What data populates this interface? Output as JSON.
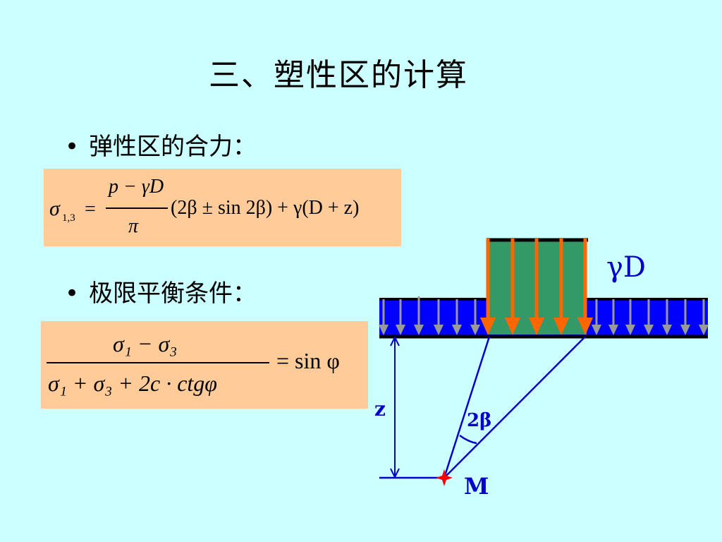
{
  "title": "三、塑性区的计算",
  "bullets": [
    {
      "text": "弹性区的合力："
    },
    {
      "text": "极限平衡条件："
    }
  ],
  "formula1": {
    "lhs_symbol": "σ",
    "lhs_sub": "1,3",
    "equals": "=",
    "numerator": "p − γD",
    "denominator": "π",
    "rhs": "(2β ± sin 2β) + γ(D + z)"
  },
  "formula2": {
    "numerator": "σ₁ − σ₃",
    "denominator": "σ₁ + σ₃ + 2c · ctgφ",
    "rhs": "= sin φ"
  },
  "diagram": {
    "load_label": "γD",
    "depth_label": "z",
    "angle_label": "2β",
    "point_label": "M"
  },
  "colors": {
    "background": "#ccffff",
    "formula_box": "#ffcc99",
    "ground_layer": "#0000ff",
    "load_block": "#339966",
    "arrow_orange": "#ff6600",
    "arrow_gray": "#999999",
    "line_blue": "#0000cc",
    "point_red": "#ff0000"
  }
}
